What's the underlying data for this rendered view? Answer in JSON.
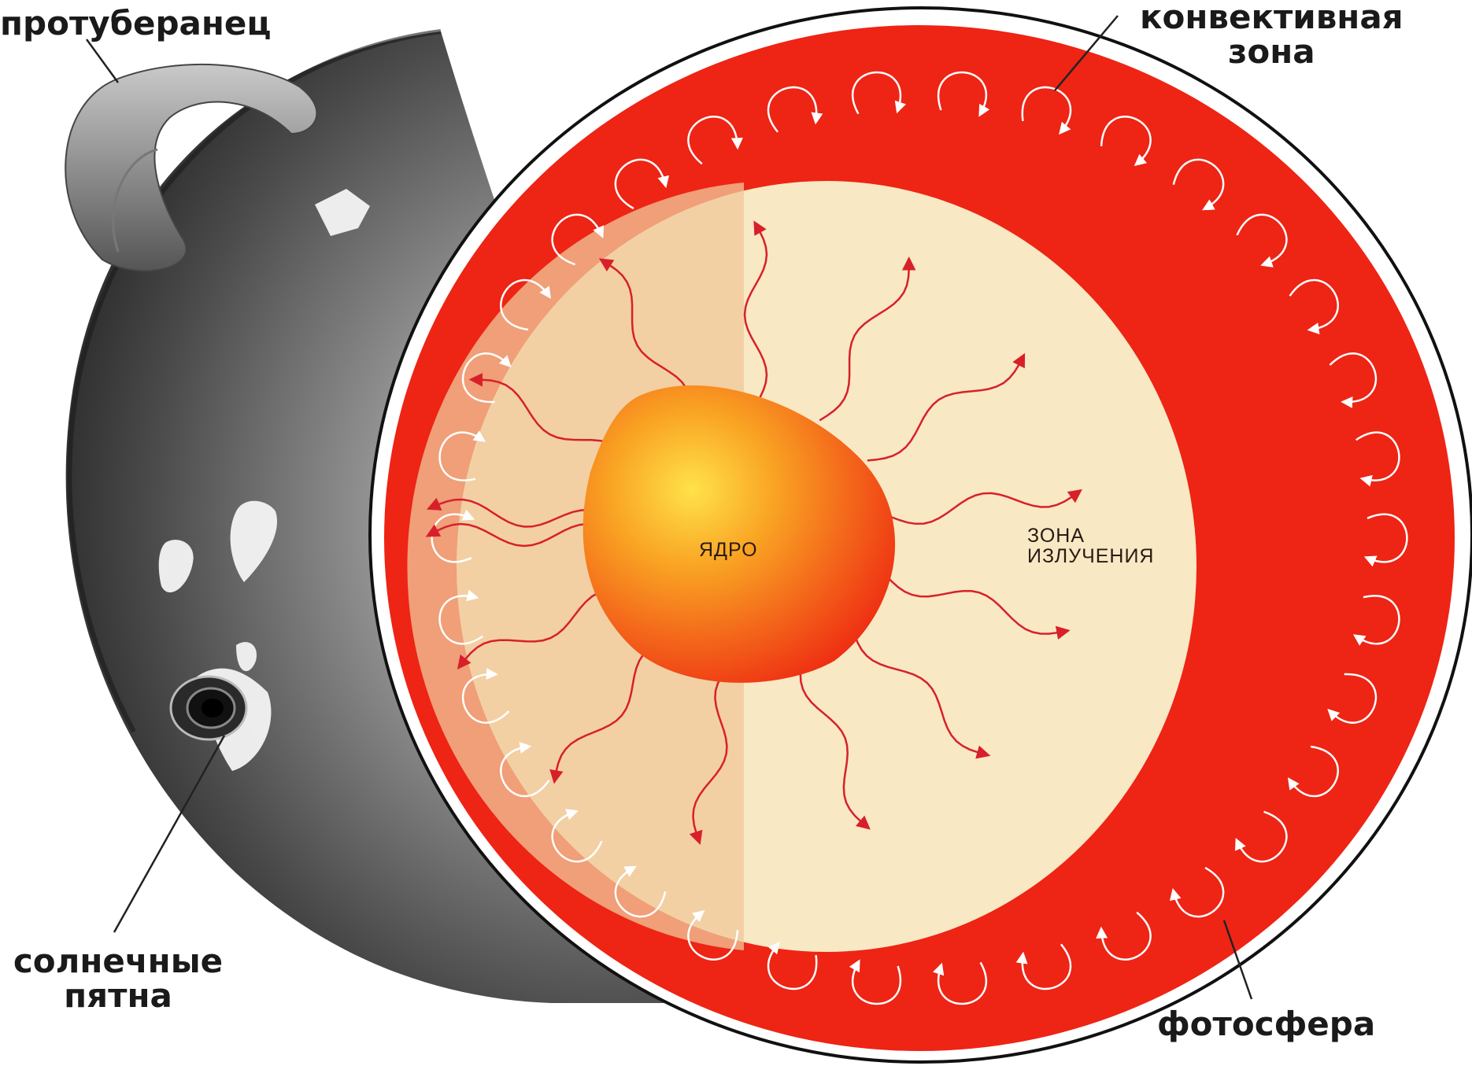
{
  "labels": {
    "prominence": "протуберанец",
    "convective_line1": "конвективная",
    "convective_line2": "зона",
    "sunspots_line1": "солнечные",
    "sunspots_line2": "пятна",
    "photosphere": "фотосфера",
    "core": "ЯДРО",
    "radiation_line1": "ЗОНА",
    "radiation_line2": "ИЗЛУЧЕНИЯ"
  },
  "colors": {
    "convective_zone": "#ee2415",
    "radiative_zone": "#f8e8c4",
    "radiative_zone_shaded": "#f0c89a",
    "core_center": "#ffe24a",
    "core_edge": "#ee2a12",
    "surface_dark": "#2b2b2b",
    "surface_light": "#b8b8b8",
    "arrow_inner": "#d8202a",
    "arrow_outer": "#ffffff"
  },
  "icons": {
    "prominence": "prominence-loop-icon",
    "sunspot": "sunspot-icon",
    "faculae": "faculae-icon"
  }
}
